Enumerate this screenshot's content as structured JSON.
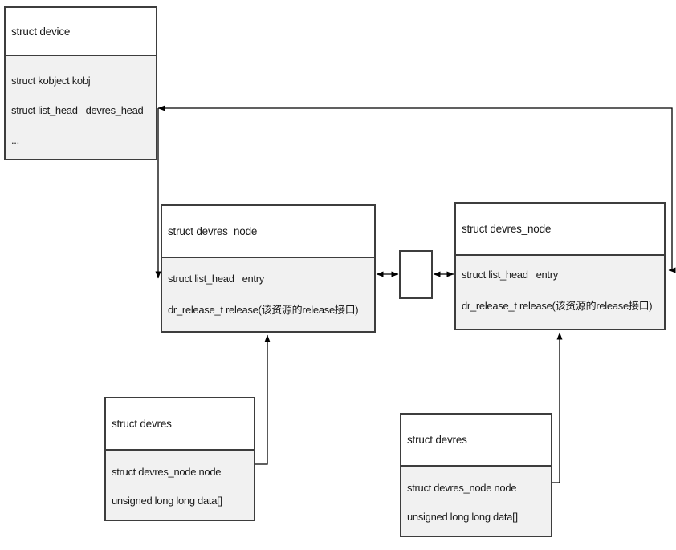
{
  "diagram": {
    "boxes": {
      "device": {
        "title": "struct device",
        "fields": [
          "struct kobject kobj",
          "struct list_head   devres_head",
          "..."
        ]
      },
      "devres_node_left": {
        "title": "struct devres_node",
        "fields": [
          "struct list_head   entry",
          "dr_release_t release(该资源的release接口)"
        ]
      },
      "devres_node_right": {
        "title": "struct devres_node",
        "fields": [
          "struct list_head   entry",
          "dr_release_t release(该资源的release接口)"
        ]
      },
      "devres_left": {
        "title": "struct devres",
        "fields": [
          "struct devres_node node",
          "unsigned long long data[]"
        ]
      },
      "devres_right": {
        "title": "struct devres",
        "fields": [
          "struct devres_node node",
          "unsigned long long data[]"
        ]
      }
    },
    "connections": [
      {
        "from": "device.devres_head",
        "to": "devres_node_right.entry",
        "type": "arrow-both-ends-of-loop"
      },
      {
        "from": "device.devres_head",
        "to": "devres_node_left.entry",
        "type": "arrow"
      },
      {
        "from": "devres_node_left.entry",
        "to": "middle-empty-node",
        "type": "double-arrow"
      },
      {
        "from": "middle-empty-node",
        "to": "devres_node_right.entry",
        "type": "double-arrow"
      },
      {
        "from": "devres_left.node",
        "to": "devres_node_left",
        "type": "arrow"
      },
      {
        "from": "devres_right.node",
        "to": "devres_node_right",
        "type": "arrow"
      }
    ],
    "colors": {
      "background": "#ffffff",
      "box_border": "#3d3d3d",
      "header_fill": "#ffffff",
      "body_fill": "#f1f1f1",
      "line_color": "#000000"
    }
  }
}
